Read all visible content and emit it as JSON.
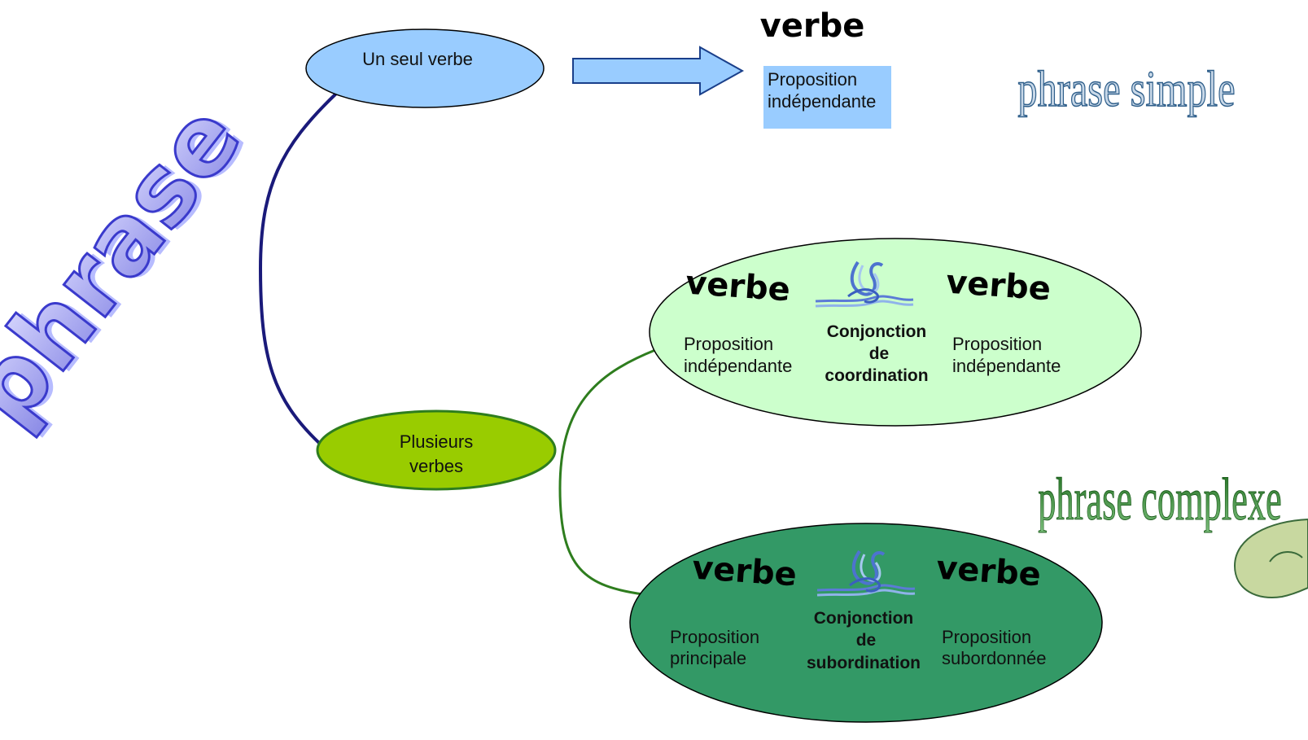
{
  "diagram": {
    "root_label": "phrase",
    "verb_word": "verbe",
    "single": {
      "label": "Un seul verbe",
      "result_box": [
        "Proposition",
        "indépendante"
      ],
      "result_title": "phrase simple"
    },
    "multiple": {
      "label": [
        "Plusieurs",
        "verbes"
      ],
      "coordination": {
        "left": [
          "Proposition",
          "indépendante"
        ],
        "middle": [
          "Conjonction",
          "de",
          "coordination"
        ],
        "right": [
          "Proposition",
          "indépendante"
        ]
      },
      "subordination": {
        "left": [
          "Proposition",
          "principale"
        ],
        "middle": [
          "Conjonction",
          "de",
          "subordination"
        ],
        "right": [
          "Proposition",
          "subordonnée"
        ]
      },
      "result_title": "phrase complexe"
    },
    "colors": {
      "branch_blue": "#1a1a7a",
      "branch_green": "#2e7d1e",
      "single_oval": "#99ccff",
      "multiple_oval": "#99cc00",
      "coord_oval": "#ccffcc",
      "subord_oval": "#339966",
      "result_box": "#99ccff",
      "phrase_simple": "#2e5e8a",
      "phrase_complexe": "#1e7a1e",
      "wordart_phrase": "#8080e0"
    }
  }
}
